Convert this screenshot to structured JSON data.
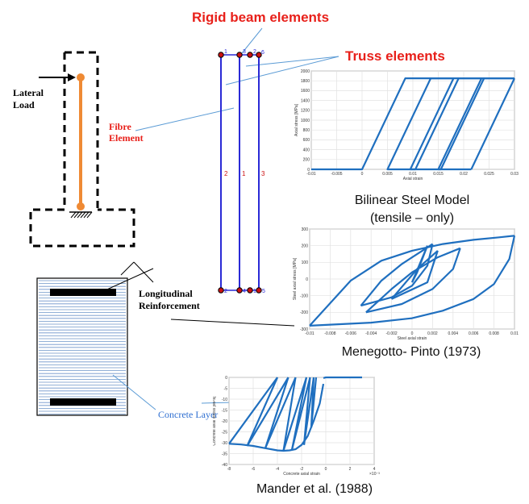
{
  "titles": {
    "rigid_beam": "Rigid beam elements",
    "truss": "Truss elements"
  },
  "labels": {
    "lateral_load": [
      "Lateral",
      "Load"
    ],
    "fibre_element": [
      "Fibre",
      "Element"
    ],
    "longitudinal_reinforcement": [
      "Longitudinal",
      "Reinforcement"
    ],
    "concrete_layer": "Concrete Layer"
  },
  "truss_model": {
    "element_numbers": [
      "2",
      "1",
      "3"
    ],
    "top_nodes": [
      "1",
      "3",
      "2",
      "6"
    ],
    "bottom_nodes": [
      "2",
      "4",
      "1",
      "5"
    ]
  },
  "captions": {
    "bilinear": [
      "Bilinear Steel Model",
      "(tensile – only)"
    ],
    "menegotto": "Menegotto- Pinto (1973)",
    "mander": "Mander et al. (1988)"
  },
  "colors": {
    "title_red": "#e8201a",
    "fibre_orange": "#ef8a34",
    "truss_blue": "#2a2ad6",
    "curve_blue": "#1f6fbf",
    "leader_blue": "#5b9bd5"
  },
  "chart_data": [
    {
      "type": "line",
      "name": "bilinear",
      "xlabel": "Axial strain",
      "ylabel": "Axial stress [MPa]",
      "xlim": [
        -0.01,
        0.03
      ],
      "ylim": [
        0,
        2000
      ],
      "xticks": [
        -0.01,
        -0.005,
        0,
        0.005,
        0.01,
        0.015,
        0.02,
        0.025,
        0.03
      ],
      "xtick_labels": [
        "-0.01",
        "-0.005",
        "0",
        "0.005",
        "0.01",
        "0.015",
        "0.02",
        "0.025",
        "0.03"
      ],
      "yticks": [
        0,
        200,
        400,
        600,
        800,
        1000,
        1200,
        1400,
        1600,
        1800,
        2000
      ],
      "ytick_labels": [
        "0",
        "200",
        "400",
        "600",
        "800",
        "1000",
        "1200",
        "1400",
        "1600",
        "1800",
        "2000"
      ],
      "grid": true,
      "series": [
        {
          "x": [
            -0.01,
            0,
            0.0085,
            0.03
          ],
          "y": [
            0,
            0,
            1850,
            1850
          ]
        },
        {
          "x": [
            0.03,
            0.0215
          ],
          "y": [
            1850,
            0
          ]
        },
        {
          "x": [
            0.0215,
            0.005,
            0.0135
          ],
          "y": [
            0,
            0,
            1850
          ]
        },
        {
          "x": [
            0.0135,
            0.018
          ],
          "y": [
            1850,
            1850
          ]
        },
        {
          "x": [
            0.018,
            0.0095,
            0.0105,
            0.019
          ],
          "y": [
            1850,
            0,
            0,
            1850
          ]
        },
        {
          "x": [
            0.019,
            0.0235
          ],
          "y": [
            1850,
            1850
          ]
        },
        {
          "x": [
            0.0235,
            0.015,
            0.0155,
            0.024
          ],
          "y": [
            1850,
            0,
            0,
            1850
          ]
        },
        {
          "x": [
            0.024,
            0.03
          ],
          "y": [
            1850,
            1850
          ]
        }
      ]
    },
    {
      "type": "line",
      "name": "menegotto",
      "xlabel": "Steel axial strain",
      "ylabel": "Steel axial stress [MPa]",
      "xlim": [
        -0.01,
        0.01
      ],
      "ylim": [
        -300,
        300
      ],
      "xticks": [
        -0.01,
        -0.008,
        -0.006,
        -0.004,
        -0.002,
        0,
        0.002,
        0.004,
        0.006,
        0.008,
        0.01
      ],
      "xtick_labels": [
        "-0.01",
        "-0.008",
        "-0.006",
        "-0.004",
        "-0.002",
        "0",
        "0.002",
        "0.004",
        "0.006",
        "0.008",
        "0.01"
      ],
      "yticks": [
        -300,
        -200,
        -100,
        0,
        100,
        200,
        300
      ],
      "ytick_labels": [
        "-300",
        "-200",
        "-100",
        "0",
        "100",
        "200",
        "300"
      ],
      "grid": true,
      "series": [
        {
          "x": [
            -0.01,
            -0.006,
            -0.003,
            0.0,
            0.003,
            0.006,
            0.0085,
            0.01
          ],
          "y": [
            -280,
            -10,
            110,
            170,
            210,
            235,
            250,
            260
          ]
        },
        {
          "x": [
            0.01,
            0.0095,
            0.008,
            0.006,
            0.003,
            0.0,
            -0.004,
            -0.01
          ],
          "y": [
            260,
            120,
            -30,
            -120,
            -190,
            -235,
            -262,
            -280
          ]
        },
        {
          "x": [
            -0.005,
            -0.003,
            -0.001,
            0.001,
            0.002
          ],
          "y": [
            -160,
            -10,
            90,
            170,
            210
          ]
        },
        {
          "x": [
            0.002,
            0.0015,
            0.0,
            -0.002,
            -0.005
          ],
          "y": [
            210,
            80,
            -40,
            -110,
            -160
          ]
        },
        {
          "x": [
            -0.0045,
            -0.002,
            0.0,
            0.0025,
            0.0047
          ],
          "y": [
            -200,
            -60,
            40,
            130,
            185
          ]
        },
        {
          "x": [
            0.0047,
            0.004,
            0.002,
            -0.001,
            -0.0045
          ],
          "y": [
            185,
            60,
            -60,
            -150,
            -200
          ]
        },
        {
          "x": [
            -0.002,
            0.0005,
            0.0025
          ],
          "y": [
            -120,
            60,
            170
          ]
        },
        {
          "x": [
            0.0025,
            0.0015,
            -0.002
          ],
          "y": [
            170,
            -20,
            -120
          ]
        },
        {
          "x": [
            0.0,
            0.0015
          ],
          "y": [
            -20,
            200
          ]
        },
        {
          "x": [
            0.0015,
            0.0005,
            0.0
          ],
          "y": [
            200,
            40,
            -20
          ]
        }
      ]
    },
    {
      "type": "line",
      "name": "mander",
      "xlabel": "Concrete axial strain",
      "ylabel": "Concrete axial stress [MPa]",
      "x_multiplier_label": "×10⁻³",
      "xlim": [
        -8,
        4
      ],
      "ylim": [
        -40,
        0
      ],
      "xticks": [
        -8,
        -6,
        -4,
        -2,
        0,
        2,
        4
      ],
      "xtick_labels": [
        "-8",
        "-6",
        "-4",
        "-2",
        "0",
        "2",
        "4"
      ],
      "yticks": [
        -40,
        -35,
        -30,
        -25,
        -20,
        -15,
        -10,
        -5,
        0
      ],
      "ytick_labels": [
        "-40",
        "-35",
        "-30",
        "-25",
        "-20",
        "-15",
        "-10",
        "-5",
        "0"
      ],
      "grid": true,
      "series": [
        {
          "x": [
            3,
            0,
            -0.2
          ],
          "y": [
            0,
            0,
            -0.3
          ]
        },
        {
          "x": [
            -0.2,
            -0.5,
            -1.0,
            -1.5,
            -2.0,
            -2.5,
            -3.0,
            -3.5,
            -4.0,
            -5.0,
            -6.0,
            -7.0,
            -8.0
          ],
          "y": [
            -3,
            -12,
            -20,
            -27,
            -31,
            -33,
            -33.5,
            -33.7,
            -33.5,
            -32.5,
            -31.5,
            -30.8,
            -30.5
          ]
        },
        {
          "x": [
            -8.0,
            -4.0
          ],
          "y": [
            -30.5,
            0
          ]
        },
        {
          "x": [
            -4.0,
            -6.5
          ],
          "y": [
            0,
            -31.5
          ]
        },
        {
          "x": [
            -6.5,
            -3.1
          ],
          "y": [
            -31.5,
            0
          ]
        },
        {
          "x": [
            -3.1,
            -5.0
          ],
          "y": [
            0,
            -32.5
          ]
        },
        {
          "x": [
            -5.0,
            -2.5
          ],
          "y": [
            -32.5,
            0
          ]
        },
        {
          "x": [
            -2.5,
            -3.5
          ],
          "y": [
            0,
            -33.7
          ]
        },
        {
          "x": [
            -3.5,
            -1.6
          ],
          "y": [
            -33.7,
            0
          ]
        },
        {
          "x": [
            -1.6,
            -2.8
          ],
          "y": [
            0,
            -33.3
          ]
        },
        {
          "x": [
            -2.8,
            -1.3
          ],
          "y": [
            -33.3,
            0
          ]
        },
        {
          "x": [
            -1.3,
            -1.8
          ],
          "y": [
            0,
            -31
          ]
        },
        {
          "x": [
            -1.8,
            -1.0
          ],
          "y": [
            -31,
            0
          ]
        },
        {
          "x": [
            -1.0,
            -1.2
          ],
          "y": [
            0,
            -23
          ]
        },
        {
          "x": [
            -1.2,
            -0.8
          ],
          "y": [
            -23,
            0
          ]
        }
      ]
    }
  ]
}
